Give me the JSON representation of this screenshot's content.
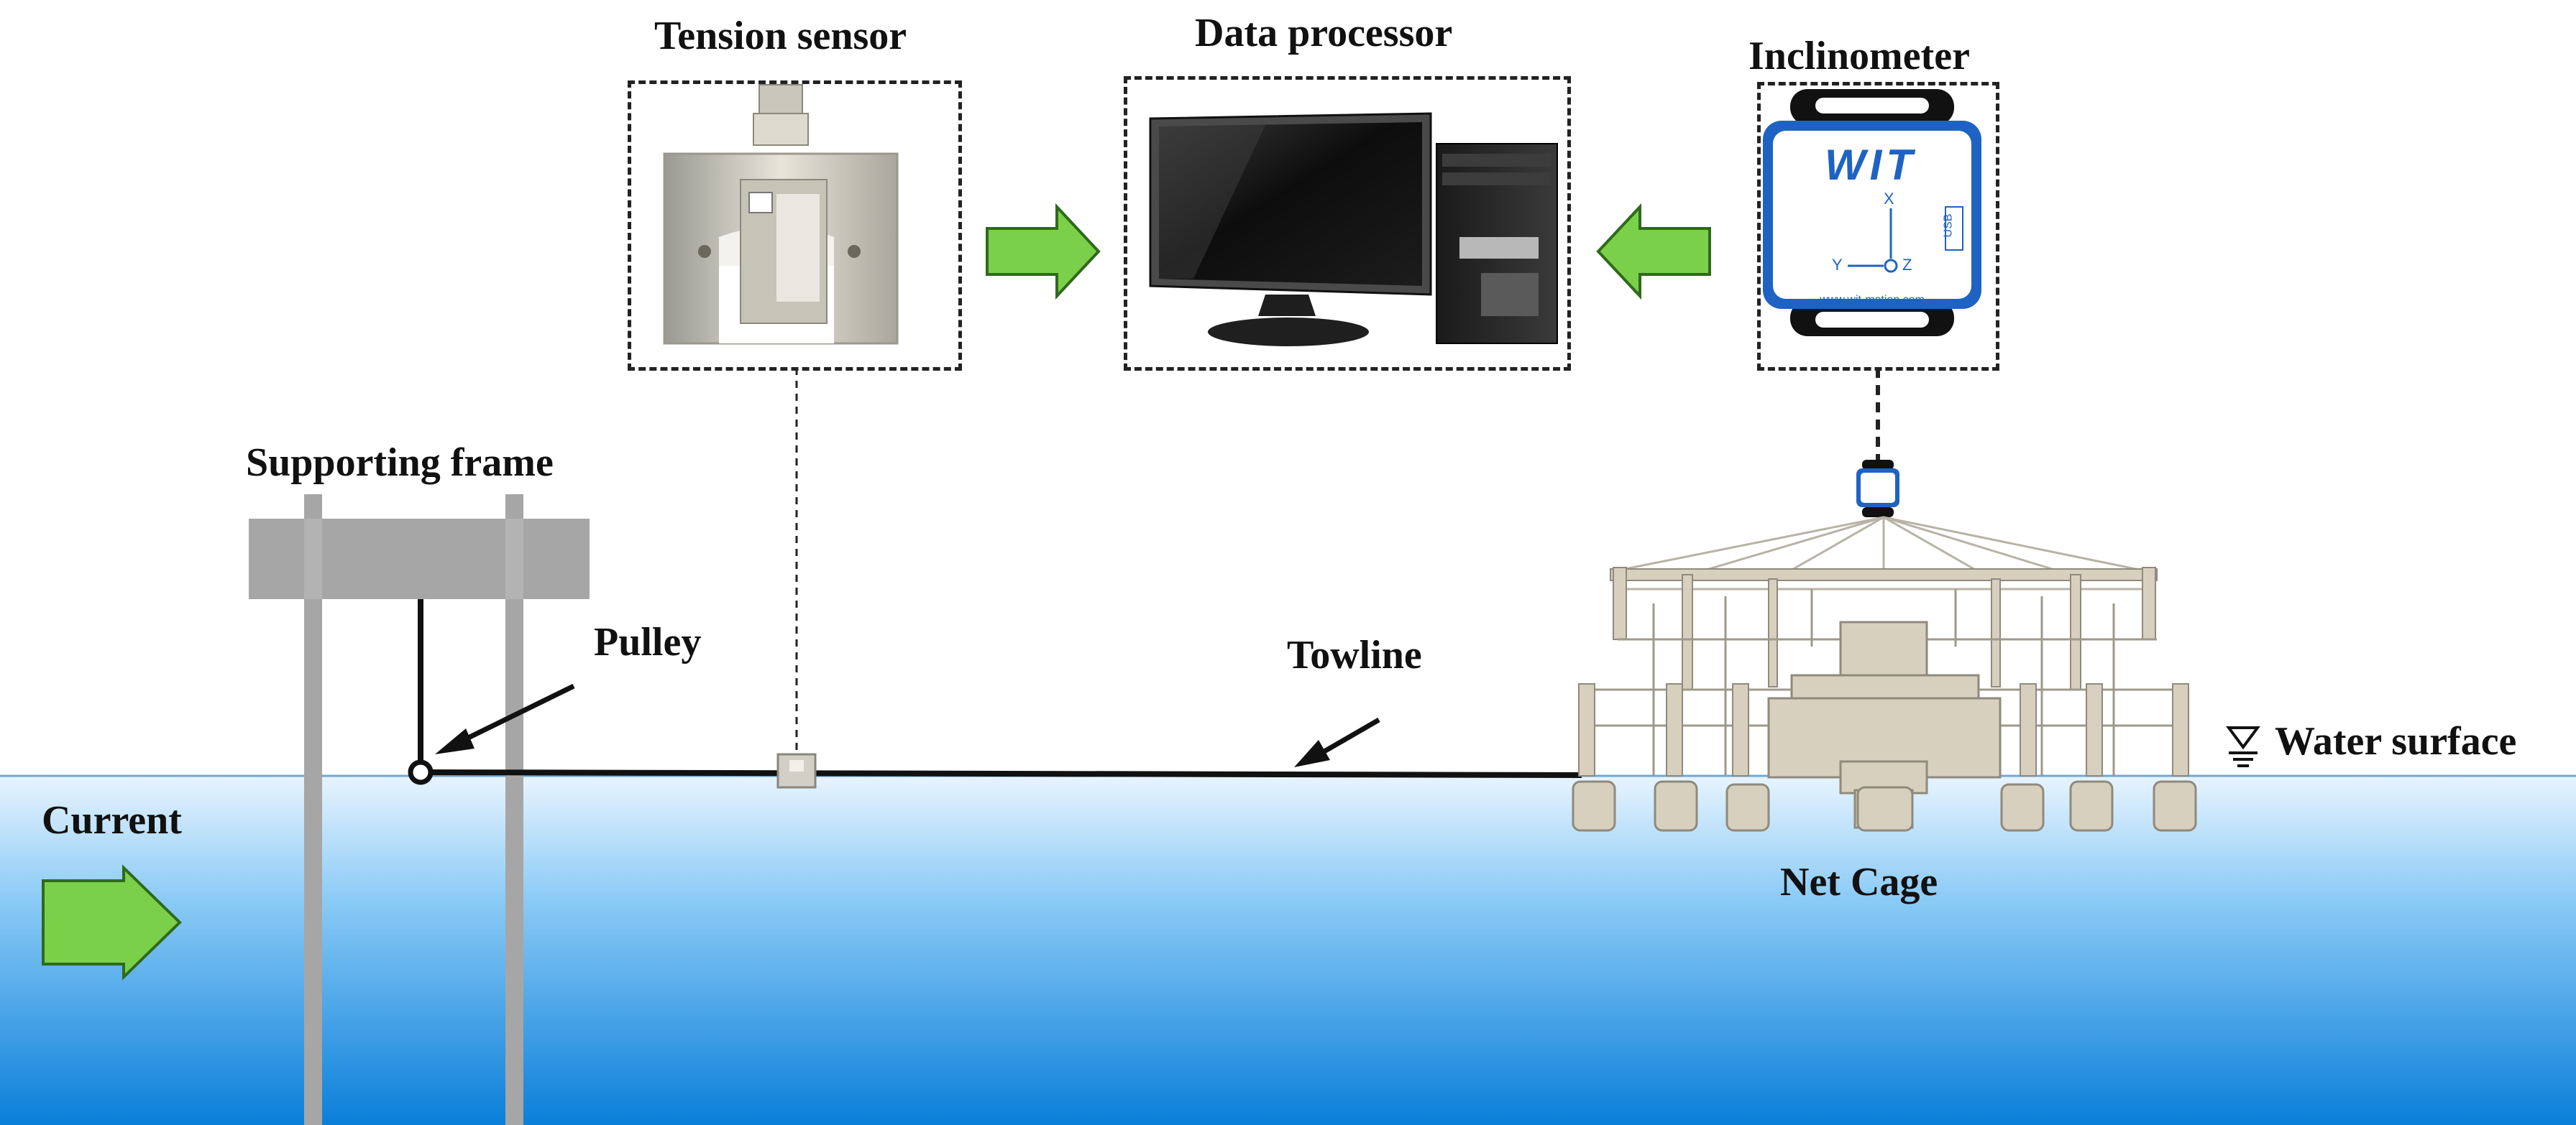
{
  "labels": {
    "tension_sensor": "Tension sensor",
    "data_processor": "Data processor",
    "inclinometer": "Inclinometer",
    "supporting_frame": "Supporting frame",
    "pulley": "Pulley",
    "towline": "Towline",
    "water_surface": "Water surface",
    "current": "Current",
    "net_cage": "Net Cage"
  },
  "inclinometer_device": {
    "logo": "WIT",
    "axis_x": "X",
    "axis_y": "Y",
    "axis_z": "Z",
    "port": "USB",
    "url": "www.wit-motion.com"
  },
  "colors": {
    "water_top": "#e3f1fd",
    "water_bottom": "#0a7fd9",
    "arrow_green": "#7bd04a",
    "frame_gray": "#a6a6a6",
    "cage_beige": "#d8d0bf",
    "inclinometer_blue": "#1e63c4"
  }
}
